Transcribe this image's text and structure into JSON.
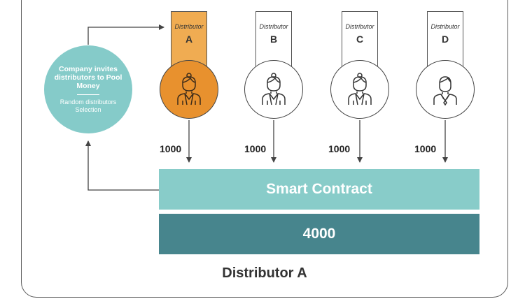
{
  "company": {
    "headline": "Company invites distributors to Pool Money",
    "subtext": "Random distributors Selection"
  },
  "distributors": [
    {
      "tag_title": "Distributor",
      "letter": "A",
      "amount": "1000",
      "selected": true,
      "avatar_icon": "woman-icon"
    },
    {
      "tag_title": "Distributor",
      "letter": "B",
      "amount": "1000",
      "selected": false,
      "avatar_icon": "woman-icon"
    },
    {
      "tag_title": "Distributor",
      "letter": "C",
      "amount": "1000",
      "selected": false,
      "avatar_icon": "woman-icon"
    },
    {
      "tag_title": "Distributor",
      "letter": "D",
      "amount": "1000",
      "selected": false,
      "avatar_icon": "man-icon"
    }
  ],
  "contract": {
    "label": "Smart Contract",
    "total": "4000"
  },
  "winner": {
    "label": "Distributor A"
  },
  "colors": {
    "selected_tag": "#f0ac52",
    "selected_avatar": "#e8912e",
    "company_circle": "#85cbc9",
    "contract_bar": "#88ccc9",
    "total_bar": "#47858d",
    "lines": "#444444"
  }
}
